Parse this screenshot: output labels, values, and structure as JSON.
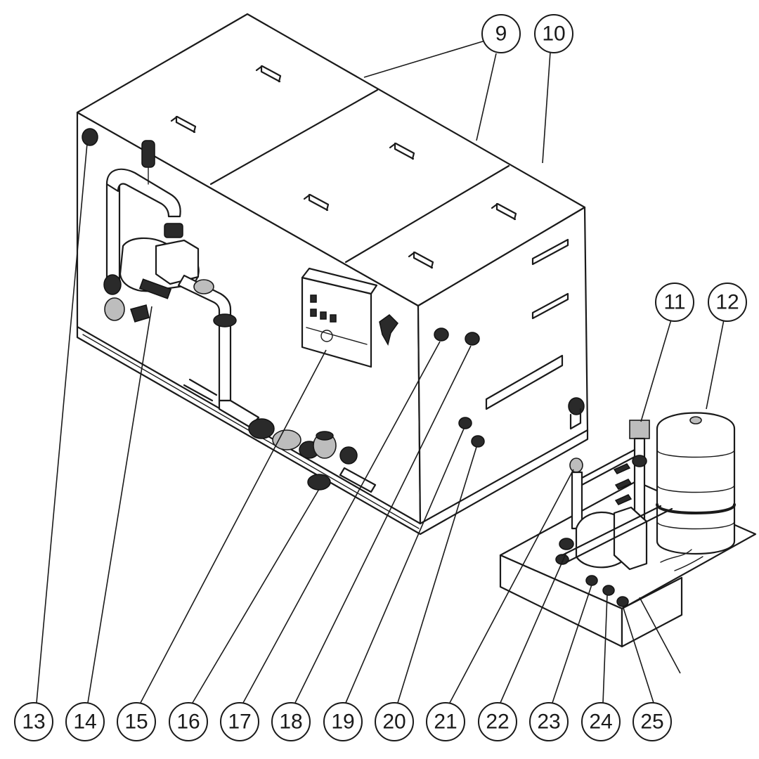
{
  "callouts": [
    {
      "id": "9",
      "label": "9"
    },
    {
      "id": "10",
      "label": "10"
    },
    {
      "id": "11",
      "label": "11"
    },
    {
      "id": "12",
      "label": "12"
    },
    {
      "id": "13",
      "label": "13"
    },
    {
      "id": "14",
      "label": "14"
    },
    {
      "id": "15",
      "label": "15"
    },
    {
      "id": "16",
      "label": "16"
    },
    {
      "id": "17",
      "label": "17"
    },
    {
      "id": "18",
      "label": "18"
    },
    {
      "id": "19",
      "label": "19"
    },
    {
      "id": "20",
      "label": "20"
    },
    {
      "id": "21",
      "label": "21"
    },
    {
      "id": "22",
      "label": "22"
    },
    {
      "id": "23",
      "label": "23"
    },
    {
      "id": "24",
      "label": "24"
    },
    {
      "id": "25",
      "label": "25"
    }
  ]
}
